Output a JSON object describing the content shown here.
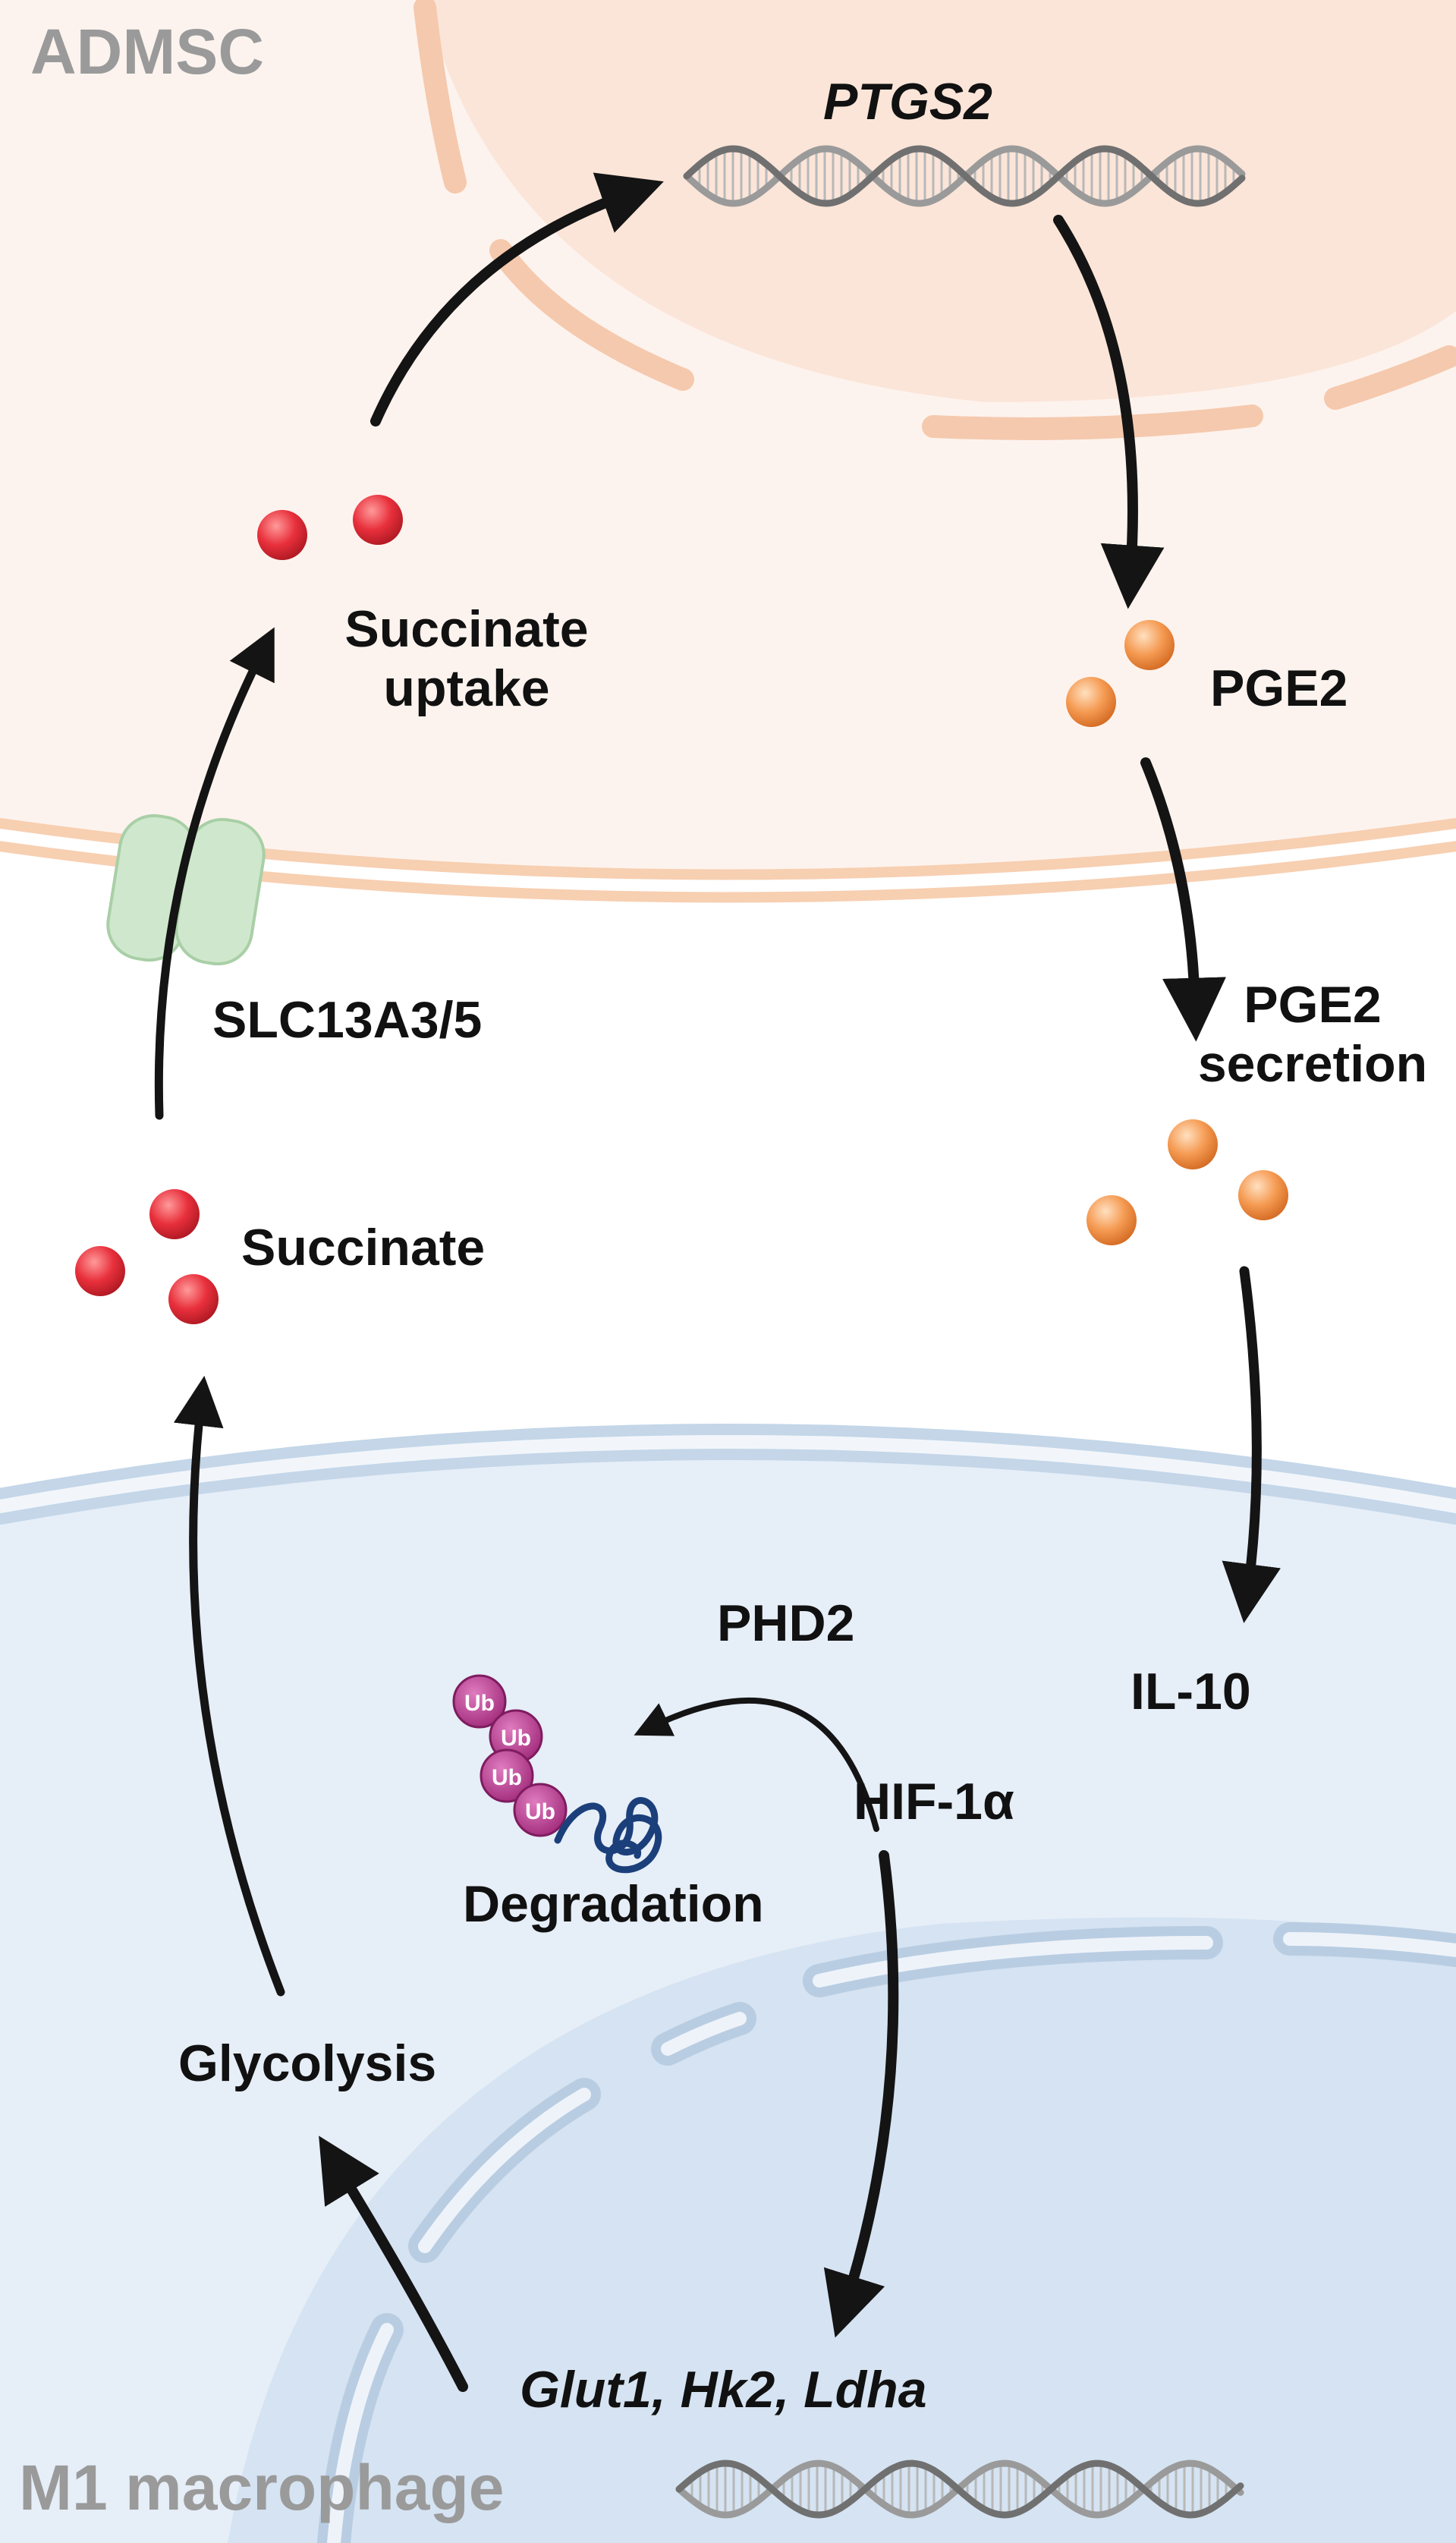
{
  "cells": {
    "top": "ADMSC",
    "bottom": "M1 macrophage"
  },
  "labels": {
    "ptgs2": "PTGS2",
    "succinate_uptake_1": "Succinate",
    "succinate_uptake_2": "uptake",
    "pge2": "PGE2",
    "pge2_secretion_1": "PGE2",
    "pge2_secretion_2": "secretion",
    "slc": "SLC13A3/5",
    "succinate": "Succinate",
    "phd2": "PHD2",
    "il10": "IL-10",
    "hif": "HIF-1α",
    "degradation": "Degradation",
    "glycolysis": "Glycolysis",
    "genes": "Glut1, Hk2, Ldha",
    "ub": "Ub"
  },
  "colors": {
    "admsc_fill": "#fdf3ee",
    "admsc_nucleus": "#fbe5d8",
    "admsc_envelope": "#f5c9ad",
    "admsc_membrane": "#f7cfb1",
    "macro_fill": "#e6eef8",
    "macro_nucleus": "#d5e3f2",
    "macro_envelope": "#b9cde2",
    "macro_membrane": "#c4d6e8",
    "succinate": "#e8303c",
    "pge2": "#f59a52",
    "transporter": "#cfe8cd",
    "ub": "#b8358e",
    "protein": "#1b3f7a",
    "arrow": "#141414"
  },
  "icons": [
    "dna-helix-icon",
    "ubiquitin-chain-icon",
    "protein-coil-icon",
    "transporter-channel-icon"
  ]
}
